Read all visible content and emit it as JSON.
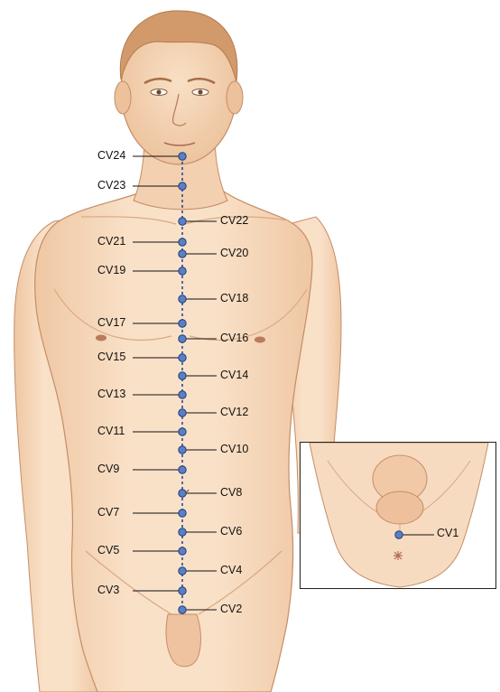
{
  "colors": {
    "skin": "#f6d9bd",
    "skin_shadow": "#e9b893",
    "skin_outline": "#c58d67",
    "hair": "#c99163",
    "point_fill": "#5b7fc4",
    "point_stroke": "#1f3d7a",
    "meridian_line": "#2a4aa0",
    "leader_line": "#111111"
  },
  "figure": {
    "main_subject": "front-view-male-torso",
    "inset_subject": "perineum-view"
  },
  "points": [
    {
      "id": "CV24",
      "label": "CV24",
      "side": "left"
    },
    {
      "id": "CV23",
      "label": "CV23",
      "side": "left"
    },
    {
      "id": "CV22",
      "label": "CV22",
      "side": "right"
    },
    {
      "id": "CV21",
      "label": "CV21",
      "side": "left"
    },
    {
      "id": "CV20",
      "label": "CV20",
      "side": "right"
    },
    {
      "id": "CV19",
      "label": "CV19",
      "side": "left"
    },
    {
      "id": "CV18",
      "label": "CV18",
      "side": "right"
    },
    {
      "id": "CV17",
      "label": "CV17",
      "side": "left"
    },
    {
      "id": "CV16",
      "label": "CV16",
      "side": "right"
    },
    {
      "id": "CV15",
      "label": "CV15",
      "side": "left"
    },
    {
      "id": "CV14",
      "label": "CV14",
      "side": "right"
    },
    {
      "id": "CV13",
      "label": "CV13",
      "side": "left"
    },
    {
      "id": "CV12",
      "label": "CV12",
      "side": "right"
    },
    {
      "id": "CV11",
      "label": "CV11",
      "side": "left"
    },
    {
      "id": "CV10",
      "label": "CV10",
      "side": "right"
    },
    {
      "id": "CV9",
      "label": "CV9",
      "side": "left"
    },
    {
      "id": "CV8",
      "label": "CV8",
      "side": "right"
    },
    {
      "id": "CV7",
      "label": "CV7",
      "side": "left"
    },
    {
      "id": "CV6",
      "label": "CV6",
      "side": "right"
    },
    {
      "id": "CV5",
      "label": "CV5",
      "side": "left"
    },
    {
      "id": "CV4",
      "label": "CV4",
      "side": "right"
    },
    {
      "id": "CV3",
      "label": "CV3",
      "side": "left"
    },
    {
      "id": "CV2",
      "label": "CV2",
      "side": "right"
    }
  ],
  "inset": {
    "point": {
      "id": "CV1",
      "label": "CV1",
      "side": "right"
    }
  }
}
